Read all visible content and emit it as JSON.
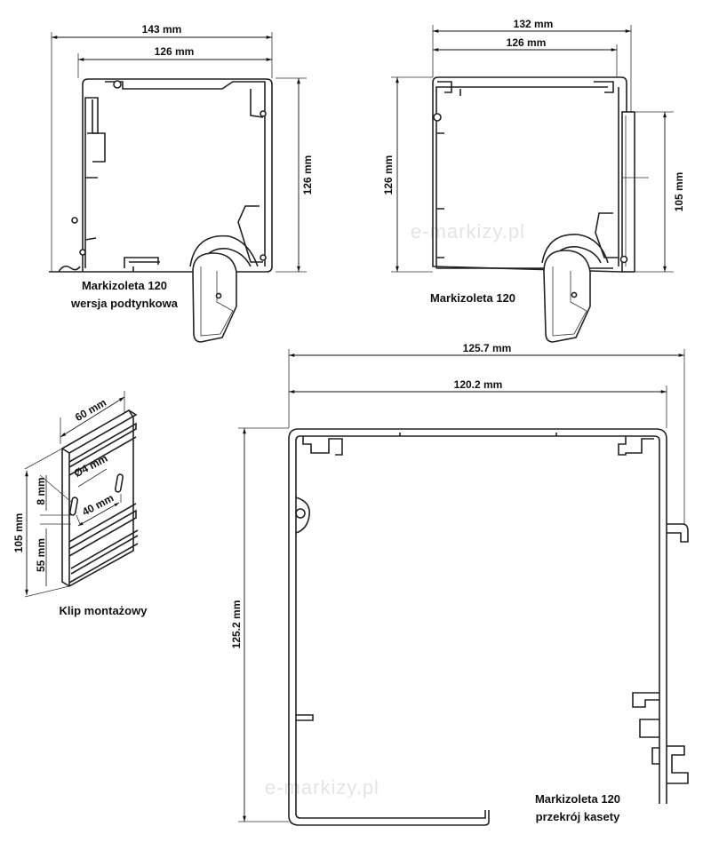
{
  "watermark": "e-markizy.pl",
  "drawing_podtynkowa": {
    "dim_outer_width": "143 mm",
    "dim_inner_width": "126 mm",
    "dim_height": "126 mm",
    "caption_line1": "Markizoleta 120",
    "caption_line2": "wersja podtynkowa"
  },
  "drawing_standard": {
    "dim_outer_width": "132 mm",
    "dim_inner_width": "126 mm",
    "dim_height": "126 mm",
    "dim_clip_height": "105 mm",
    "caption": "Markizoleta 120"
  },
  "drawing_clip": {
    "dim_width": "60 mm",
    "dim_slot": "Ø4 mm",
    "dim_slot_spacing": "40 mm",
    "dim_height": "105 mm",
    "dim_top": "8 mm",
    "dim_bottom": "55 mm",
    "caption": "Klip montażowy"
  },
  "drawing_section": {
    "dim_outer_width": "125.7 mm",
    "dim_inner_width": "120.2 mm",
    "dim_height": "125.2 mm",
    "caption_line1": "Markizoleta 120",
    "caption_line2": "przekrój kasety"
  }
}
